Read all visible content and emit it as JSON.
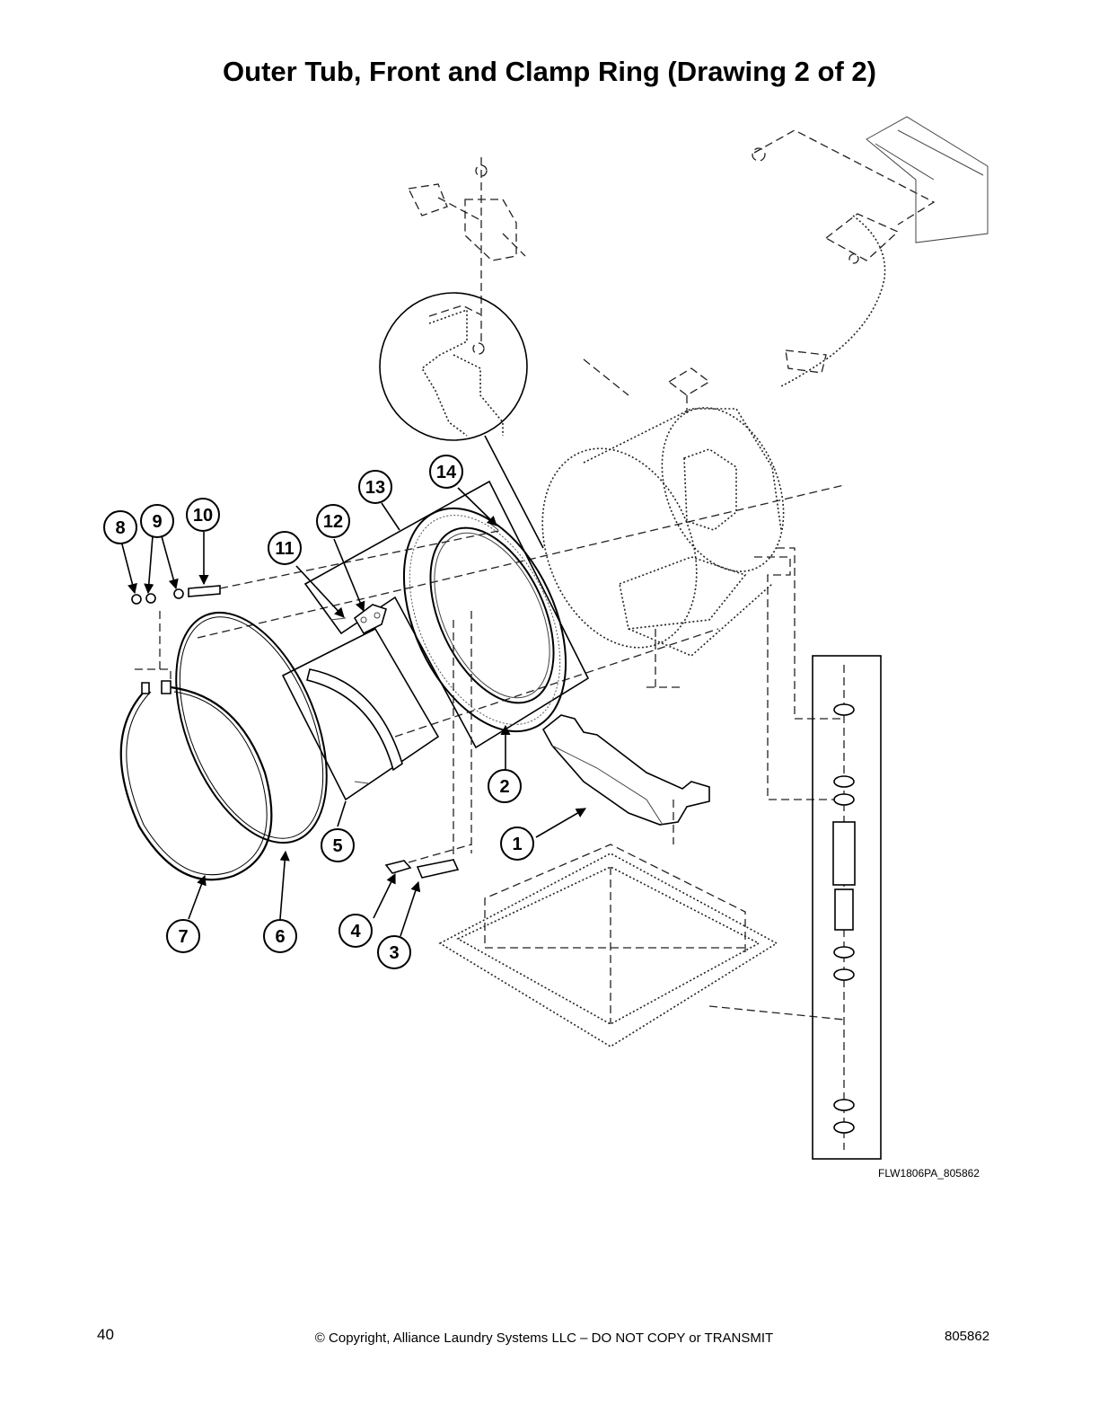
{
  "title": "Outer Tub, Front and Clamp Ring (Drawing 2 of 2)",
  "callouts": {
    "c1": "1",
    "c2": "2",
    "c3": "3",
    "c4": "4",
    "c5": "5",
    "c6": "6",
    "c7": "7",
    "c8": "8",
    "c9": "9",
    "c10": "10",
    "c11": "11",
    "c12": "12",
    "c13": "13",
    "c14": "14"
  },
  "drawing_id": "FLW1806PA_805862",
  "footer": {
    "page_number": "40",
    "copyright": "© Copyright, Alliance Laundry Systems LLC – DO NOT COPY or TRANSMIT",
    "doc_number": "805862"
  }
}
